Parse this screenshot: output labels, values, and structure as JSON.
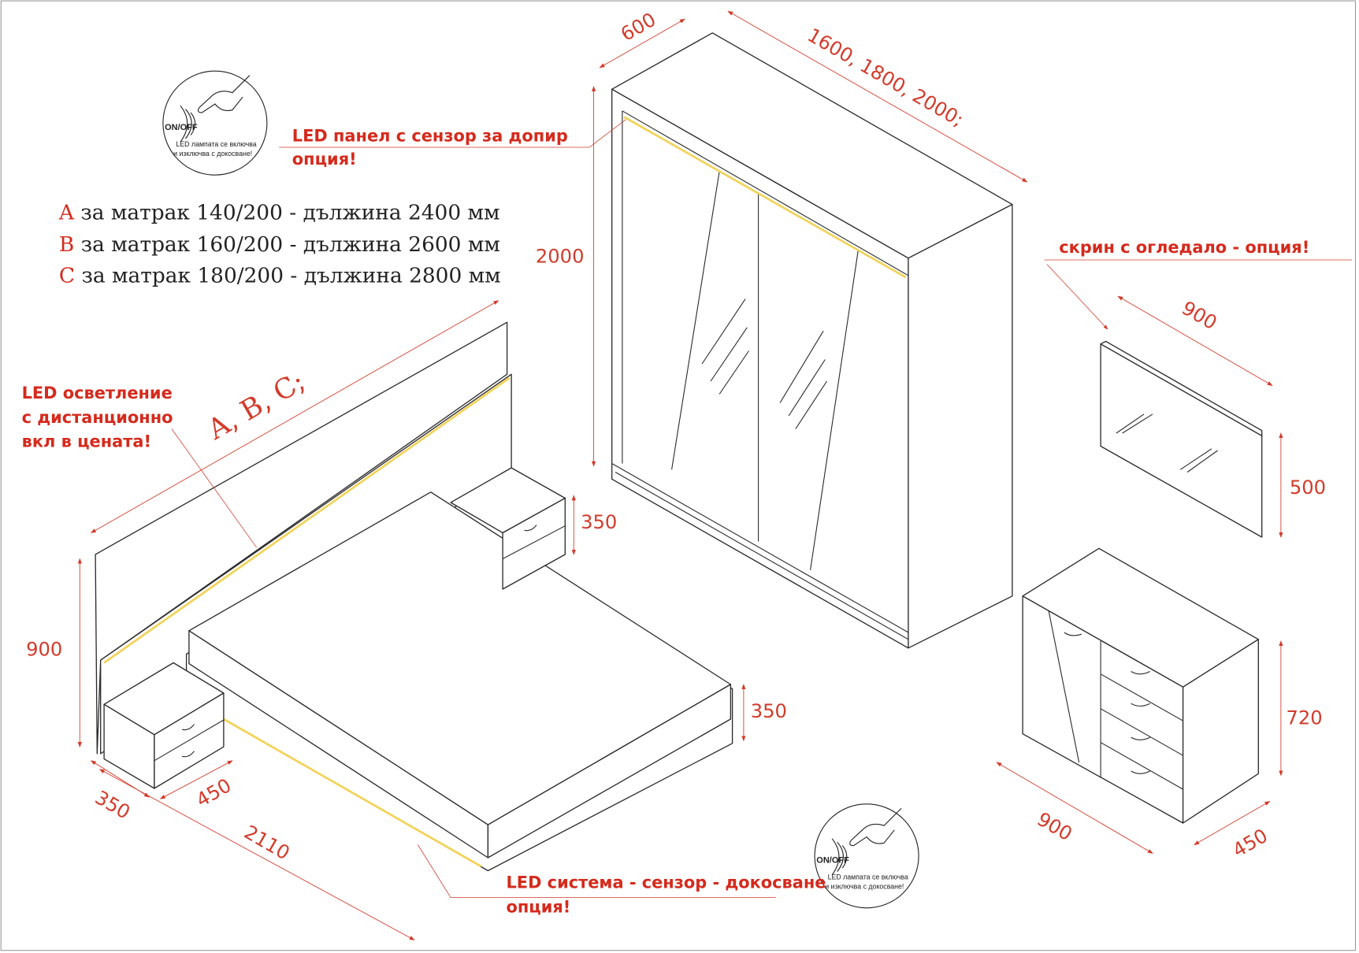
{
  "legend": [
    {
      "letter": "A",
      "text": " за матрак 140/200 - дължина 2400 мм"
    },
    {
      "letter": "B",
      "text": " за матрак 160/200 - дължина 2600 мм"
    },
    {
      "letter": "C",
      "text": " за матрак 180/200 - дължина 2800 мм"
    }
  ],
  "notes": {
    "wardrobe_led": [
      "LED панел с  сензор за допир",
      "опция!"
    ],
    "headboard_led": [
      "LED осветление",
      "с дистанционно",
      "вкл в цената!"
    ],
    "bed_led": [
      "LED система - сензор - докосване",
      "опция!"
    ],
    "dresser_mirror": "скрин с огледало - опция!"
  },
  "bed_size_label": "A, B, C;",
  "dimensions": {
    "wardrobe_depth": "600",
    "wardrobe_width": "1600, 1800, 2000;",
    "wardrobe_height": "2000",
    "mirror_width": "900",
    "mirror_height": "500",
    "nightstand_right_height": "350",
    "headboard_height": "900",
    "bed_base_height": "350",
    "dresser_height": "720",
    "nightstand_depth": "350",
    "nightstand_width": "450",
    "bed_length": "2110",
    "dresser_width": "900",
    "dresser_depth": "450"
  },
  "touch_icon": {
    "label": "ON/OFF",
    "caption": [
      "LED лампата се включва",
      "и изключва с докосване!"
    ]
  }
}
